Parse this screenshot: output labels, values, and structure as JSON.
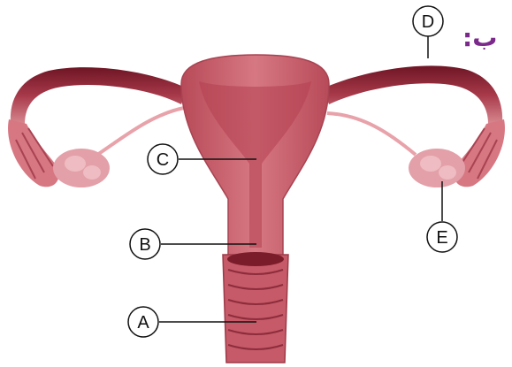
{
  "heading": "ب:",
  "labels": {
    "a": "A",
    "b": "B",
    "c": "C",
    "d": "D",
    "e": "E"
  },
  "colors": {
    "tissue": "#c9646e",
    "tissue_dark": "#7a1c2a",
    "tissue_light": "#e8a2aa",
    "heading": "#7b2a8c"
  }
}
